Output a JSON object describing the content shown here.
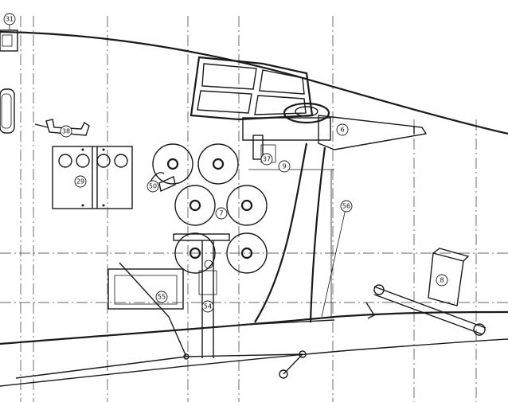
{
  "drawing": {
    "line_color": "#1a1a1a",
    "background": "#ffffff",
    "callouts": [
      {
        "id": "c31",
        "label": "31"
      },
      {
        "id": "c6",
        "label": "6"
      },
      {
        "id": "c38",
        "label": "38"
      },
      {
        "id": "c37",
        "label": "37"
      },
      {
        "id": "c9",
        "label": "9"
      },
      {
        "id": "c29",
        "label": "29"
      },
      {
        "id": "c50",
        "label": "50"
      },
      {
        "id": "c7",
        "label": "7"
      },
      {
        "id": "c56",
        "label": "56"
      },
      {
        "id": "c8",
        "label": "8"
      },
      {
        "id": "c55",
        "label": "55"
      },
      {
        "id": "c54",
        "label": "54"
      }
    ]
  }
}
